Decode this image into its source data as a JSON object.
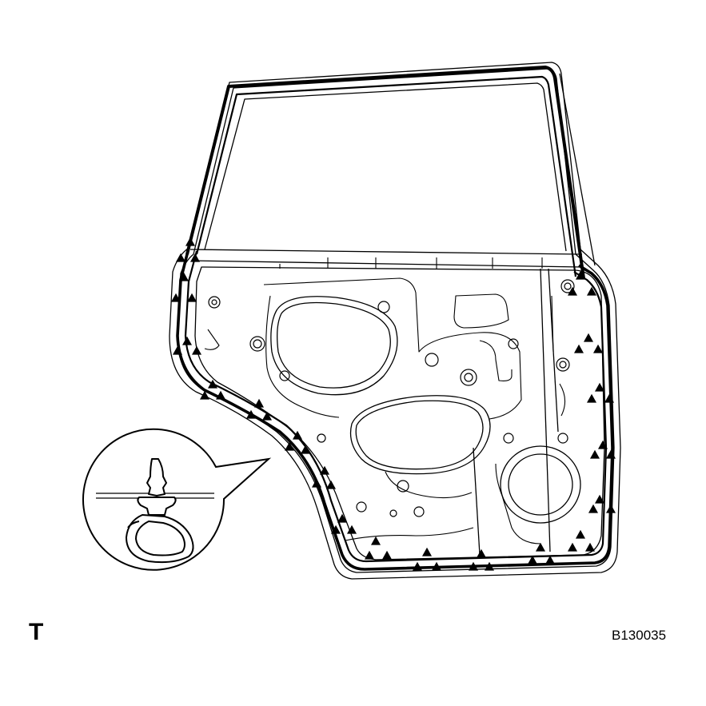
{
  "labels": {
    "corner_letter": "T",
    "figure_code": "B130035"
  },
  "colors": {
    "line": "#000000",
    "background": "#ffffff"
  },
  "icons": {
    "clip_marker": "triangle-clip-icon",
    "detail_view": "weatherstrip-clip-detail"
  }
}
